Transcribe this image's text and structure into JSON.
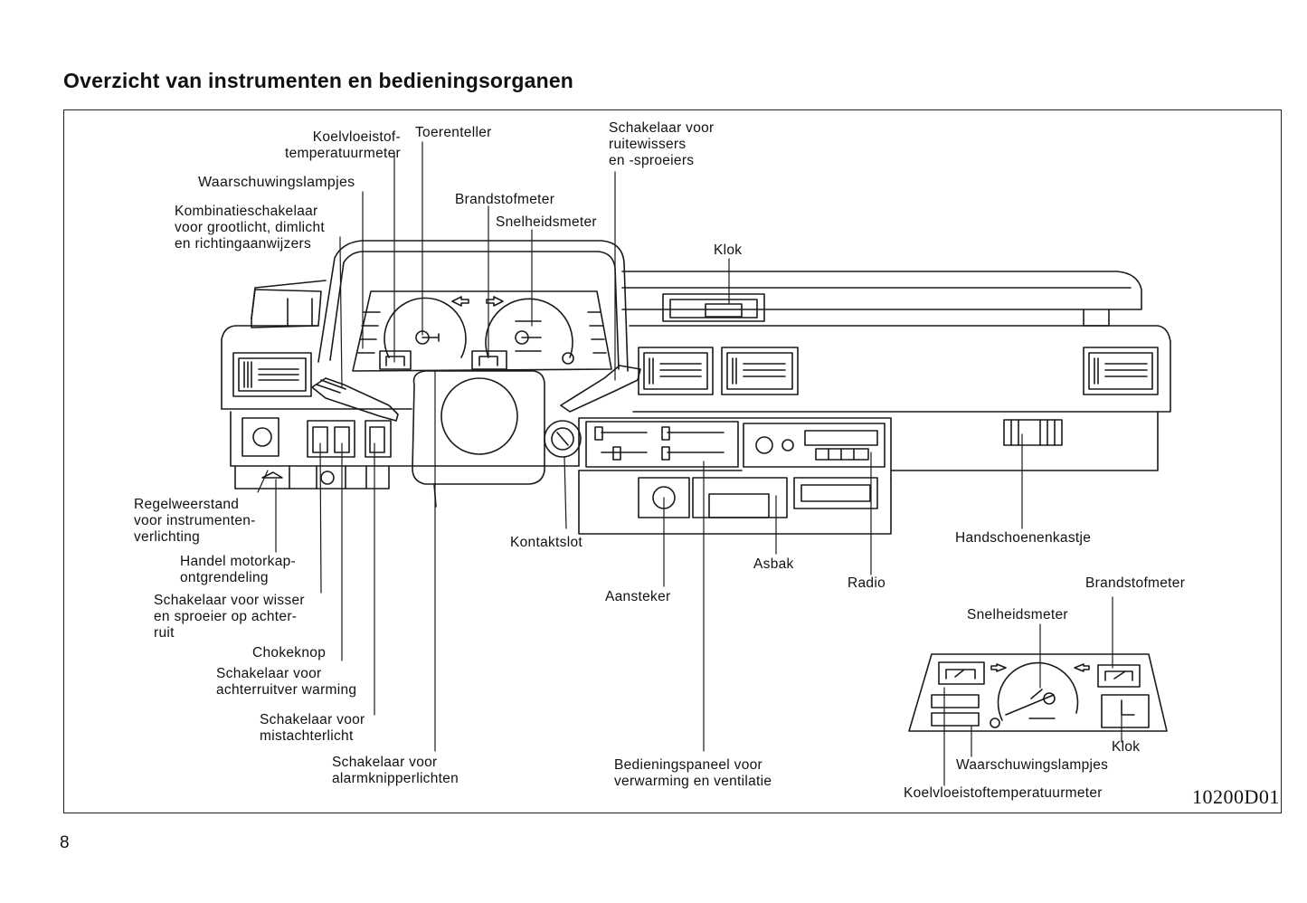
{
  "title": "Overzicht van instrumenten en bedieningsorganen",
  "page_number": "8",
  "figure_code": "10200D01",
  "labels": {
    "koelvloeistof_top": "Koelvloeistof-\ntemperatuurmeter",
    "toerenteller": "Toerenteller",
    "ruitewissers": "Schakelaar voor\nruitewissers\nen -sproeiers",
    "waarschuwing_top": "Waarschuwingslampjes",
    "brandstof_top": "Brandstofmeter",
    "combinatie": "Kombinatieschakelaar\nvoor grootlicht, dimlicht\nen richtingaanwijzers",
    "snelheid_top": "Snelheidsmeter",
    "klok_top": "Klok",
    "regelweerstand": "Regelweerstand\nvoor instrumenten-\nverlichting",
    "kontaktslot": "Kontaktslot",
    "handschoen": "Handschoenenkastje",
    "motorkap": "Handel motorkap-\nontgrendeling",
    "asbak": "Asbak",
    "radio": "Radio",
    "brandstof_inset": "Brandstofmeter",
    "wisser_achter": "Schakelaar voor wisser\nen sproeier op achter-\nruit",
    "aansteker": "Aansteker",
    "snelheid_inset": "Snelheidsmeter",
    "choke": "Chokeknop",
    "achterruit": "Schakelaar voor\nachterruitver warming",
    "mistachter": "Schakelaar voor\nmistachterlicht",
    "klok_inset": "Klok",
    "alarm": "Schakelaar voor\nalarmknipperlichten",
    "bedienings": "Bedieningspaneel voor\nverwarming en ventilatie",
    "waarschuwing_inset": "Waarschuwingslampjes",
    "koelvloeistof_inset": "Koelvloeistoftemperatuurmeter"
  }
}
